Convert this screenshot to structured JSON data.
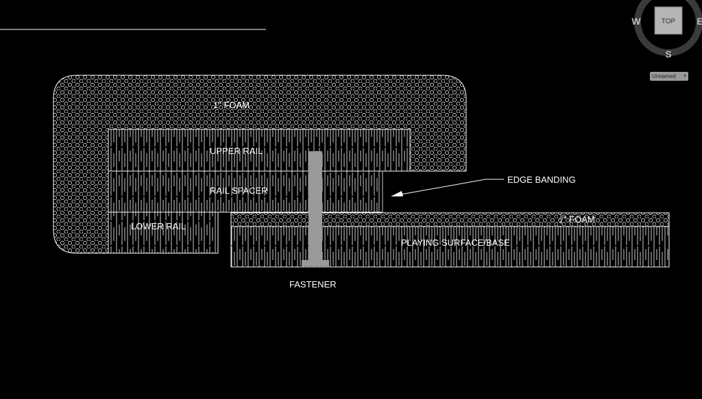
{
  "labels": {
    "one_inch_foam": "1\" FOAM",
    "upper_rail": "UPPER RAIL",
    "rail_spacer": "RAIL SPACER",
    "lower_rail": "LOWER RAIL",
    "edge_banding": "EDGE BANDING",
    "quarter_foam_fraction_num": "1",
    "quarter_foam_fraction_den": "4",
    "quarter_foam_text": "\" FOAM",
    "playing_surface": "PLAYING SURFACE/BASE",
    "fastener": "FASTENER"
  },
  "viewcube": {
    "face": "TOP",
    "west": "W",
    "east": "E",
    "south": "S",
    "view_name": "Unnamed"
  },
  "colors": {
    "background": "#000000",
    "lines": "#ffffff",
    "fastener": "#9a9a9a",
    "viewcube_ring": "#3a3a3a",
    "viewcube_face": "#b5b5b5"
  }
}
